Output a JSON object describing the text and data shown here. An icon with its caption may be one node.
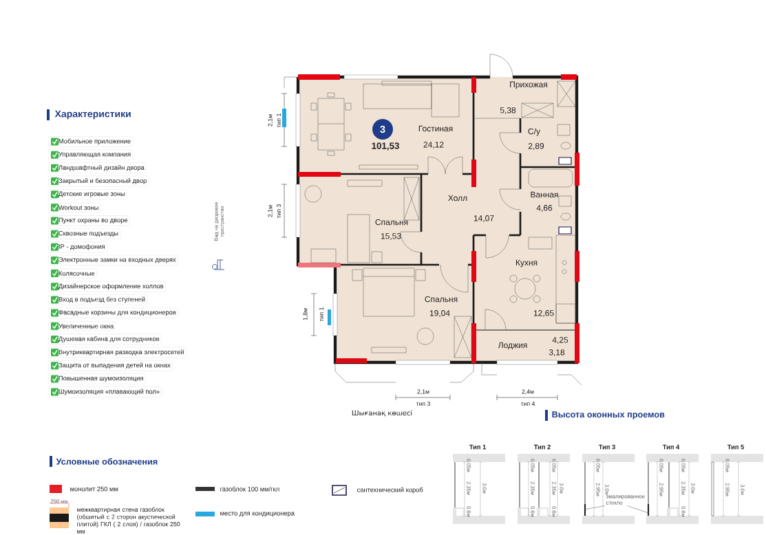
{
  "diagram": {
    "nodes": [
      {
        "text": [
          "Гостиная",
          "24,12"
        ]
      },
      {
        "text": [
          "3"
        ],
        "beside": [
          "101,53"
        ],
        "in": 0
      },
      {
        "text": [
          "Прихожая",
          "5,38"
        ]
      },
      {
        "text": [
          "С/у",
          "2,89"
        ]
      },
      {
        "text": [
          "Холл",
          "14,07"
        ]
      },
      {
        "text": [
          "Ванная",
          "4,66"
        ]
      },
      {
        "text": [
          "Спальня",
          "15,53"
        ]
      },
      {
        "text": [
          "Кухня",
          "12,65"
        ]
      },
      {
        "text": [
          "Спальня",
          "19,04"
        ]
      },
      {
        "text": [
          "Лоджия",
          "4,25",
          "3,18"
        ]
      },
      {
        "text": [
          "эмалированное стекло"
        ]
      }
    ],
    "edges": [
      {
        "from": 10,
        "to": null,
        "arrow": "none"
      },
      {
        "from": 10,
        "to": null,
        "arrow": "none"
      }
    ],
    "labels": [
      "Характеристики",
      "Мобильное приложение",
      "Управляющая компания",
      "Ландшафтный дизайн двора",
      "Закрытый и безопасный двор",
      "Детские игровые зоны",
      "Workout зоны",
      "Пункт охраны во дворе",
      "Сквозные подъезды",
      "IP - домофония",
      "Электронные замки на входных дверях",
      "Колясочные",
      "Дизайнерское оформление холлов",
      "Вход в подъезд без ступеней",
      "Фасадные корзины для кондиционеров",
      "Увеличенные окна",
      "Душевая кабина для сотрудников",
      "Внутриквартирная разводка электросетей",
      "Защита от выпадения детей на окнах",
      "Повышенная шумоизоляция",
      "Шумоизоляция «плавающий пол»",
      "Вид на дворовое пространство",
      "2,1м",
      "тип 1",
      "2,1м",
      "тип 3",
      "1,8м",
      "тип 1",
      "2,1м",
      "тип 3",
      "2,4м",
      "тип 4",
      "Шығанақ көшесі",
      "Высота оконных проемов",
      "Тип 1",
      "0.05м",
      "2.35м",
      "0.6м",
      "3.0м",
      "Тип 2",
      "0.05м",
      "2.35м",
      "0.6м",
      "0.05м",
      "2.35м",
      "0.6м",
      "3.0м",
      "Тип 3",
      "0.05м",
      "2.95м",
      "3.0м",
      "Тип 4",
      "0.05м",
      "2.95м",
      "0.05м",
      "2.35м",
      "0.6м",
      "3.0м",
      "Тип 5",
      "0.05м",
      "2.95м",
      "3.0м",
      "Условные обозначения",
      "250 мм"
    ],
    "legend": [
      {
        "text": "монолит 250 мм",
        "color": "#e31e24"
      },
      {
        "text": "газоблок 100 мм/гкл",
        "color": "#333333"
      },
      {
        "text": "сантехнический короб"
      },
      {
        "text": "межквартирная стена газоблок (обшитый с 2 сторон акустической плитой) ГКЛ ( 2 слоя) / газоблок 250 мм"
      },
      {
        "text": "место для кондиционера",
        "color": "#29a8e0"
      }
    ]
  }
}
